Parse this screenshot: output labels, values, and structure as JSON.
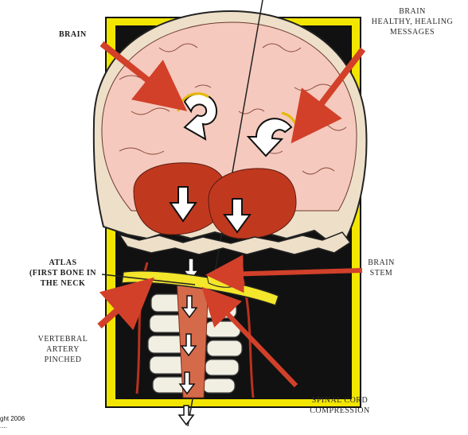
{
  "labels": {
    "brain": "BRAIN",
    "brain_messages": [
      "BRAIN",
      "HEALTHY, HEALING",
      "MESSAGES"
    ],
    "atlas": [
      "ATLAS",
      "(FIRST BONE IN",
      "THE NECK"
    ],
    "brain_stem": [
      "BRAIN",
      "STEM"
    ],
    "vertebral_artery": [
      "VERTEBRAL",
      "ARTERY",
      "PINCHED"
    ],
    "spinal_cord": [
      "SPINAL CORD",
      "COMPRESSION"
    ]
  },
  "copyright": [
    "ght 2006",
    "...."
  ],
  "colors": {
    "frame_outer": "#f2e600",
    "frame_inner": "#111111",
    "brain_fill": "#f5c9bd",
    "cerebellum": "#c0391f",
    "arrow_red": "#d2402a",
    "atlas_bone": "#f3e62b",
    "bone": "#f1efe2"
  }
}
